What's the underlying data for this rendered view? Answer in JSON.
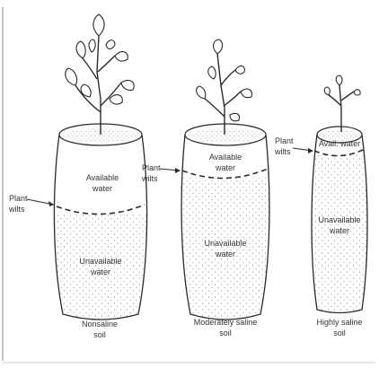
{
  "containers": [
    {
      "id": "nonsaline",
      "available_label": [
        "Available",
        "water"
      ],
      "unavailable_label": [
        "Unavailable",
        "water"
      ],
      "wilt_label": [
        "Plant",
        "wilts"
      ],
      "caption": [
        "Nonsaline",
        "soil"
      ],
      "unavailable_fraction": 0.55
    },
    {
      "id": "moderately-saline",
      "available_label": [
        "Available",
        "water"
      ],
      "unavailable_label": [
        "Unavailable",
        "water"
      ],
      "wilt_label": [
        "Plant",
        "wilts"
      ],
      "caption": [
        "Moderately saline",
        "soil"
      ],
      "unavailable_fraction": 0.75
    },
    {
      "id": "highly-saline",
      "available_label": [
        "Avail. water"
      ],
      "unavailable_label": [
        "Unavailable",
        "water"
      ],
      "wilt_label": [
        "Plant",
        "wilts"
      ],
      "caption": [
        "Highly saline",
        "soil"
      ],
      "unavailable_fraction": 0.88
    }
  ]
}
